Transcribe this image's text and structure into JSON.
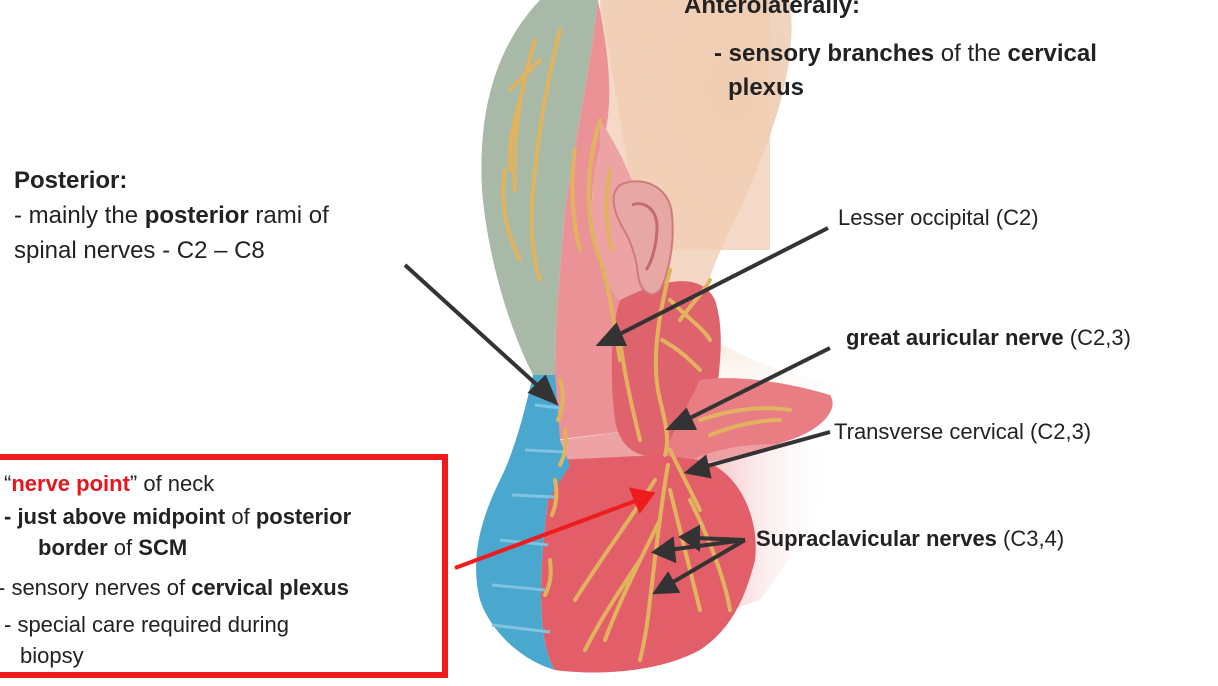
{
  "anterolateral": {
    "heading": "Anterolaterally:",
    "line1_prefix": "- ",
    "line1_bold1": "sensory branches",
    "line1_mid": " of the ",
    "line1_bold2": "cervical",
    "line2_bold": "plexus"
  },
  "posterior": {
    "heading": "Posterior:",
    "line1_prefix": "- mainly the ",
    "line1_bold": "posterior",
    "line1_suffix": " rami of",
    "line2": "spinal nerves - C2 – C8"
  },
  "labels": {
    "lesser_occipital": "Lesser occipital (C2)",
    "great_auricular_bold": "great auricular nerve",
    "great_auricular_suffix": " (C2,3)",
    "transverse_cervical": "Transverse cervical (C2,3)",
    "supraclavicular_bold": "Supraclavicular nerves",
    "supraclavicular_suffix": " (C3,4)"
  },
  "nerve_point": {
    "open_quote": "“",
    "title_red": "nerve point",
    "close_quote": "”",
    "title_suffix": "  of neck",
    "b1_bold_a": "- just above midpoint",
    "b1_mid": " of ",
    "b1_bold_b": "posterior",
    "b1_line2_bold": "border",
    "b1_line2_mid": " of ",
    "b1_line2_bold2": "SCM",
    "b2_prefix": "-   sensory nerves of ",
    "b2_bold": "cervical plexus",
    "b3_line1": "-  special care required during",
    "b3_line2": "biopsy"
  },
  "colors": {
    "nerve_box_border": "#ee1c1c",
    "highlight_text": "#e8161a",
    "posterior_scalp": "#a8b8a6",
    "posterior_neck": "#4aa7cf",
    "lesser_occipital_region": "#ea8f92",
    "great_auricular_region": "#e0646d",
    "supraclavicular_region": "#e25f69",
    "nerve_fiber": "#e2b25e",
    "face_skin": "#f0c9a6"
  }
}
